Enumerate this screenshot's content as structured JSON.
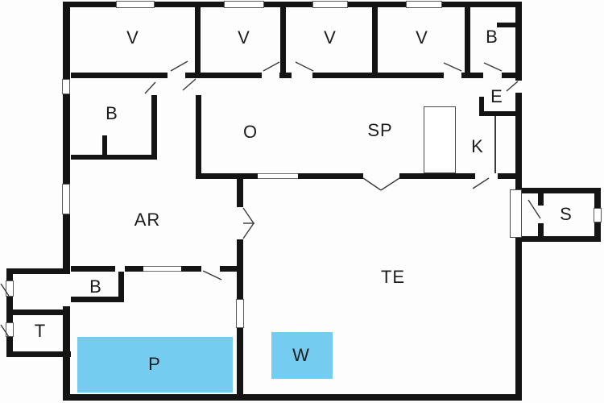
{
  "plan": {
    "type": "floor-plan",
    "colors": {
      "wall": "#141414",
      "water": "#74ccf0",
      "door_swing_line": "#3a3a3a",
      "background": "#fdfdfd",
      "label_text": "#1c1c1c"
    },
    "labels": [
      {
        "text": "V"
      },
      {
        "text": "V"
      },
      {
        "text": "V"
      },
      {
        "text": "V"
      },
      {
        "text": "B"
      },
      {
        "text": "B"
      },
      {
        "text": "O"
      },
      {
        "text": "SP"
      },
      {
        "text": "E"
      },
      {
        "text": "K"
      },
      {
        "text": "AR"
      },
      {
        "text": "TE"
      },
      {
        "text": "S"
      },
      {
        "text": "B"
      },
      {
        "text": "T"
      },
      {
        "text": "P"
      },
      {
        "text": "W"
      }
    ]
  }
}
